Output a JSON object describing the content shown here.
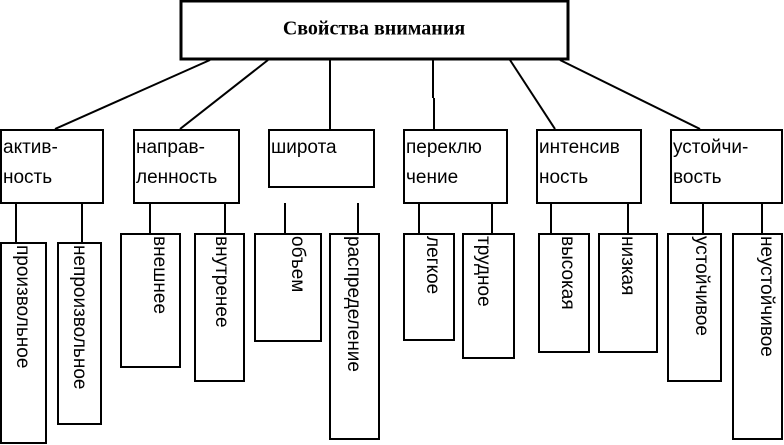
{
  "title": "Свойства внимания",
  "categories": [
    {
      "lines": [
        "актив-",
        "ность"
      ],
      "children": [
        "произвольное",
        "непроизвольное"
      ]
    },
    {
      "lines": [
        "направ-",
        "ленность"
      ],
      "children": [
        "внешнее",
        "внутренее"
      ]
    },
    {
      "lines": [
        "широта"
      ],
      "children": [
        "объем",
        "распределение"
      ]
    },
    {
      "lines": [
        "переклю",
        "чение"
      ],
      "children": [
        "легкое",
        "трудное"
      ]
    },
    {
      "lines": [
        "интенсив",
        "ность"
      ],
      "children": [
        "высокая",
        "низкая"
      ]
    },
    {
      "lines": [
        "устойчи-",
        "вость"
      ],
      "children": [
        "устойчивое",
        "неустойчивое"
      ]
    }
  ]
}
